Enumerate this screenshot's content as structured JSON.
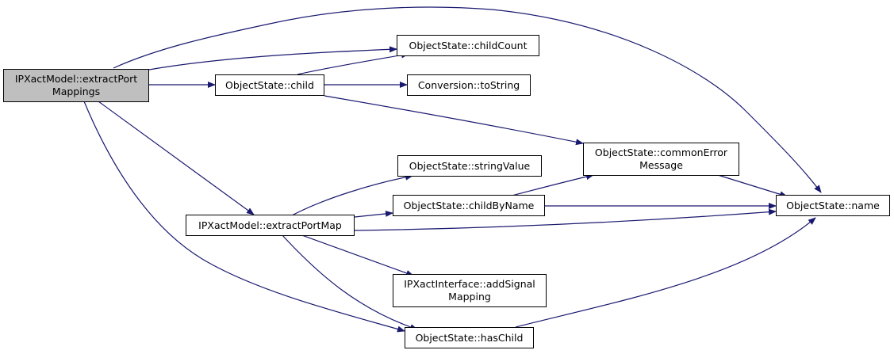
{
  "colors": {
    "edge": "#191970",
    "root_fill": "#bfbfbf",
    "node_fill": "#ffffff",
    "border": "#000000"
  },
  "nodes": {
    "root": {
      "line1": "IPXactModel::extractPort",
      "line2": "Mappings"
    },
    "child": {
      "label": "ObjectState::child"
    },
    "childCount": {
      "label": "ObjectState::childCount"
    },
    "toString": {
      "label": "Conversion::toString"
    },
    "extractPortMap": {
      "label": "IPXactModel::extractPortMap"
    },
    "stringValue": {
      "label": "ObjectState::stringValue"
    },
    "childByName": {
      "label": "ObjectState::childByName"
    },
    "commonError": {
      "line1": "ObjectState::commonError",
      "line2": "Message"
    },
    "name": {
      "label": "ObjectState::name"
    },
    "addSignal": {
      "line1": "IPXactInterface::addSignal",
      "line2": "Mapping"
    },
    "hasChild": {
      "label": "ObjectState::hasChild"
    }
  }
}
